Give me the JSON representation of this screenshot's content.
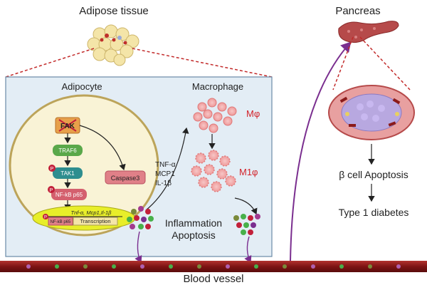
{
  "labels": {
    "adipose_tissue": "Adipose tissue",
    "pancreas": "Pancreas",
    "adipocyte": "Adipocyte",
    "macrophage": "Macrophage",
    "m_phi": "Mφ",
    "m1_phi": "M1φ",
    "fak": "FAK",
    "traf6": "TRAF6",
    "tak1": "TAK1",
    "nfkb": "NF-kB p65",
    "caspase3": "Caspase3",
    "p_marker": "P",
    "nucleus_genes": "Tnf-α, Mcp1,Il-1β",
    "nucleus_box": "NF-kB p65",
    "transcription": "Transcription",
    "cytokine_1": "TNF-α",
    "cytokine_2": "MCP1",
    "cytokine_3": "IL-1β",
    "inflammation": "Inflammation",
    "apoptosis": "Apoptosis",
    "beta_cell_apoptosis": "β cell Apoptosis",
    "type1_diabetes": "Type 1 diabetes",
    "blood_vessel": "Blood vessel"
  },
  "colors": {
    "panel_bg": "#e3edf5",
    "panel_border": "#6a8aa6",
    "cell_fill": "#f9f3d6",
    "cell_border": "#bca45a",
    "fak": "#e7a04a",
    "traf6": "#5aa84a",
    "tak1": "#2e8e8f",
    "nfkb": "#d4606e",
    "caspase": "#e08088",
    "nucleus": "#e8ee2a",
    "phospho": "#c2203a",
    "red_text": "#d2232a",
    "vessel": "#8b1a1a",
    "purple_arrow": "#7a2e8f",
    "dashed": "#c22a2a"
  }
}
